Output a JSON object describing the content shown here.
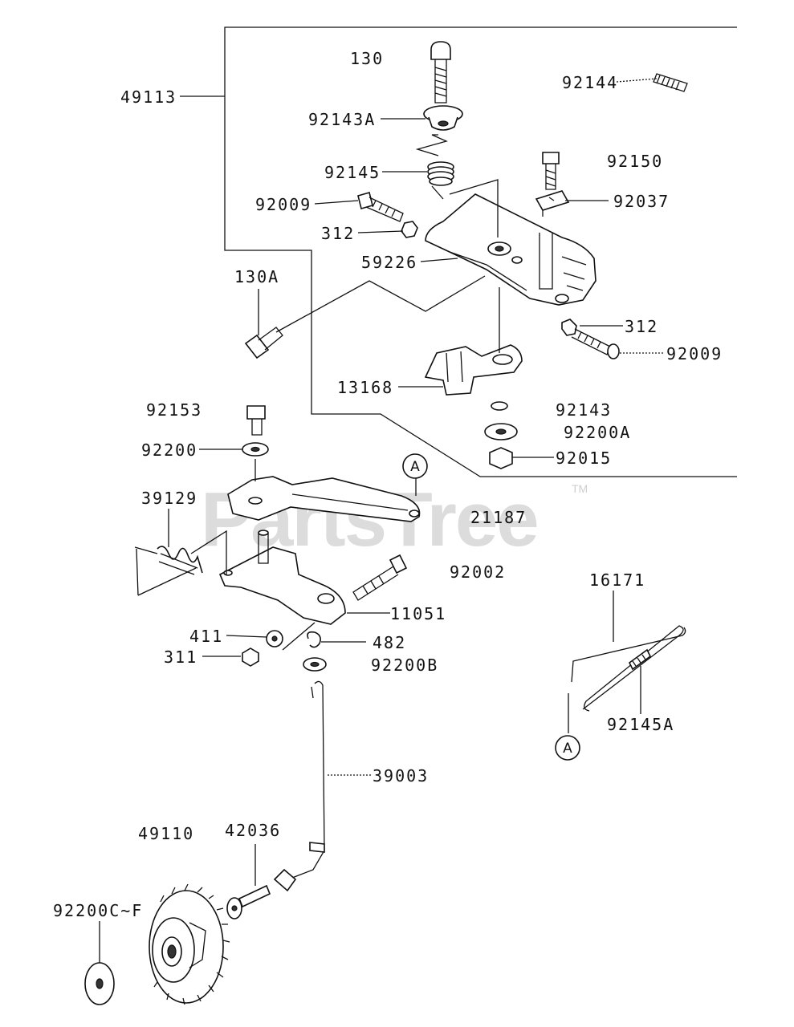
{
  "watermark": {
    "text": "PartsTree",
    "trademark": "TM"
  },
  "callout_letter": "A",
  "labels": {
    "l130": "130",
    "l49113": "49113",
    "l92144": "92144",
    "l92143A": "92143A",
    "l92150": "92150",
    "l92145": "92145",
    "l92037": "92037",
    "l92009a": "92009",
    "l312a": "312",
    "l59226": "59226",
    "l130A": "130A",
    "l312b": "312",
    "l92009b": "92009",
    "l13168": "13168",
    "l92143": "92143",
    "l92153": "92153",
    "l92200A": "92200A",
    "l92200": "92200",
    "l92015": "92015",
    "l39129": "39129",
    "l21187": "21187",
    "l92002": "92002",
    "l16171": "16171",
    "l11051": "11051",
    "l411": "411",
    "l482": "482",
    "l311": "311",
    "l92200B": "92200B",
    "l92145A": "92145A",
    "l39003": "39003",
    "l49110": "49110",
    "l42036": "42036",
    "l92200C": "92200C~F"
  }
}
